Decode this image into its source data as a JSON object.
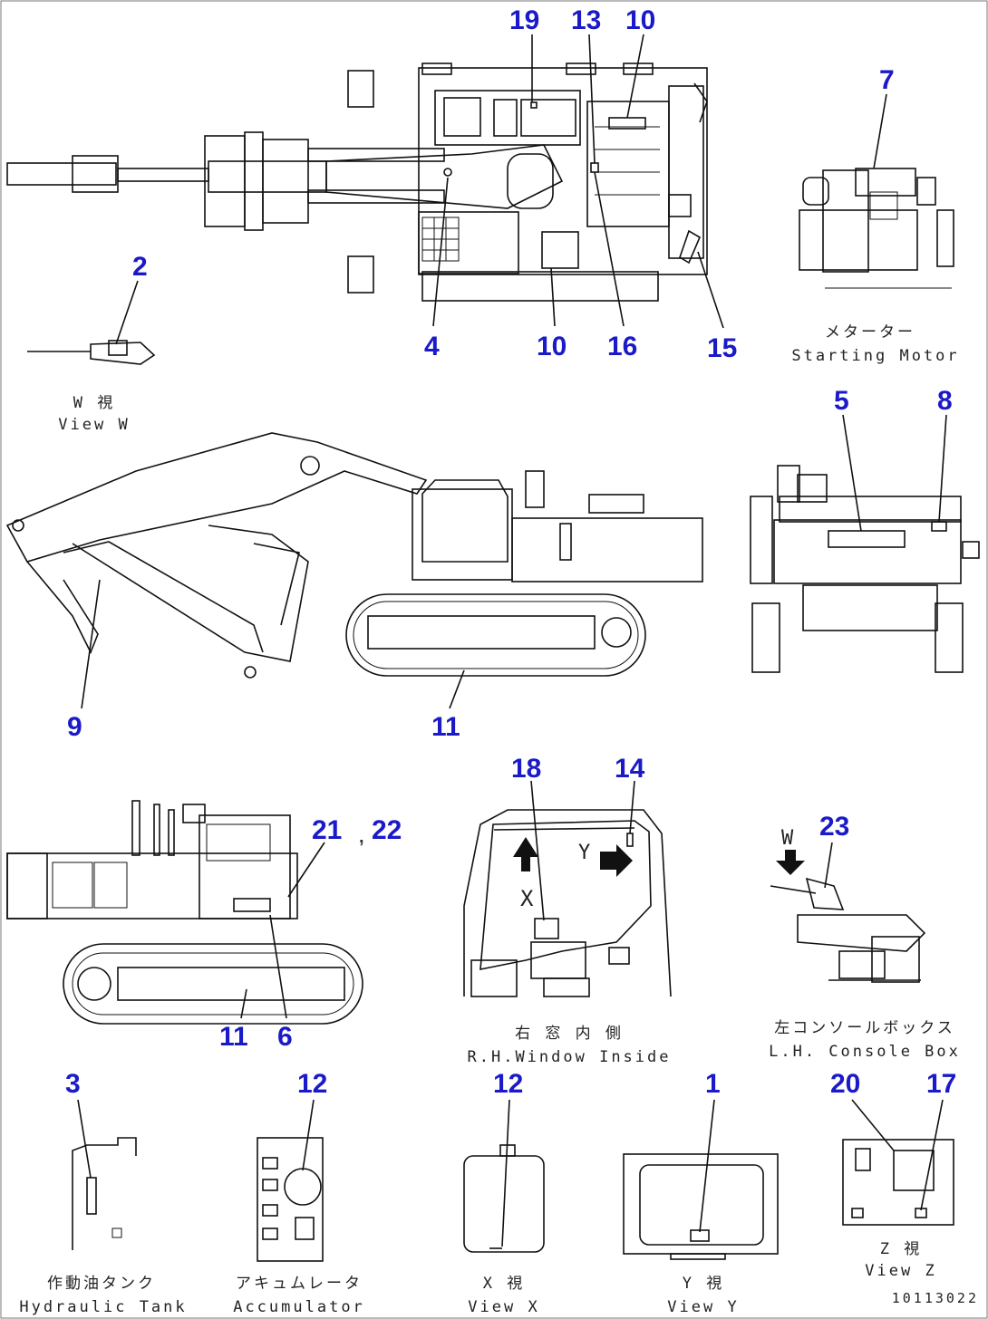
{
  "callouts": {
    "c19": "19",
    "c13": "13",
    "c10a": "10",
    "c7": "7",
    "c2": "2",
    "c4": "4",
    "c10b": "10",
    "c16": "16",
    "c15": "15",
    "c5": "5",
    "c8": "8",
    "c9": "9",
    "c11a": "11",
    "c18": "18",
    "c14": "14",
    "c21": "21",
    "c22": "22",
    "c23": "23",
    "c11b": "11",
    "c6": "6",
    "c3": "3",
    "c12a": "12",
    "c12b": "12",
    "c1": "1",
    "c20": "20",
    "c17": "17"
  },
  "captions": {
    "starting_motor_jp": "メターター",
    "starting_motor_en": "Starting Motor",
    "view_w_jp": "W 視",
    "view_w_en": "View W",
    "window_jp": "右 窓 内 側",
    "window_en": "R.H.Window Inside",
    "console_jp": "左コンソールボックス",
    "console_en": "L.H. Console Box",
    "tank_jp": "作動油タンク",
    "tank_en": "Hydraulic Tank",
    "accum_jp": "アキュムレータ",
    "accum_en": "Accumulator",
    "view_x_jp": "X 視",
    "view_x_en": "View X",
    "view_y_jp": "Y 視",
    "view_y_en": "View Y",
    "view_z_jp": "Z 視",
    "view_z_en": "View Z"
  },
  "view_letters": {
    "x": "X",
    "y": "Y",
    "w": "W"
  },
  "separator": ",",
  "drawing_number": "10113022"
}
